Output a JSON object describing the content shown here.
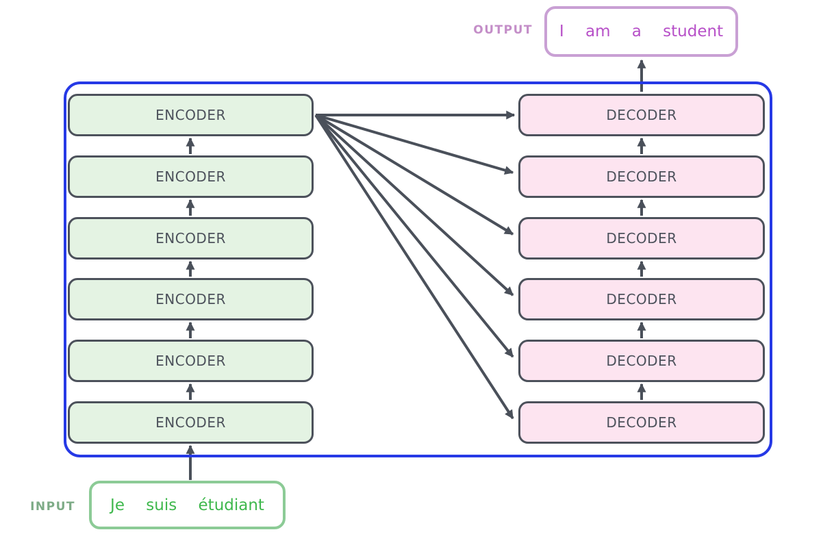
{
  "diagram": {
    "name": "transformer-encoder-decoder-stack",
    "input": {
      "label": "INPUT",
      "text": "Je suis étudiant",
      "tokens": [
        "Je",
        "suis",
        "étudiant"
      ]
    },
    "output": {
      "label": "OUTPUT",
      "text": "I am a student",
      "tokens": [
        "I",
        "am",
        "a",
        "student"
      ]
    },
    "encoders": {
      "layers": [
        "ENCODER",
        "ENCODER",
        "ENCODER",
        "ENCODER",
        "ENCODER",
        "ENCODER"
      ]
    },
    "decoders": {
      "layers": [
        "DECODER",
        "DECODER",
        "DECODER",
        "DECODER",
        "DECODER",
        "DECODER"
      ]
    },
    "colors": {
      "container_border": "#2639e6",
      "encoder_fill": "#e4f3e3",
      "decoder_fill": "#fde4f0",
      "box_border": "#4c515b",
      "box_text": "#4c515b",
      "arrow": "#4a505a",
      "input_border": "#8ccb96",
      "input_text": "#3fb84d",
      "input_label": "#7dab86",
      "output_border": "#c9a0d4",
      "output_text": "#b750c8",
      "output_label": "#c48ec8"
    }
  }
}
